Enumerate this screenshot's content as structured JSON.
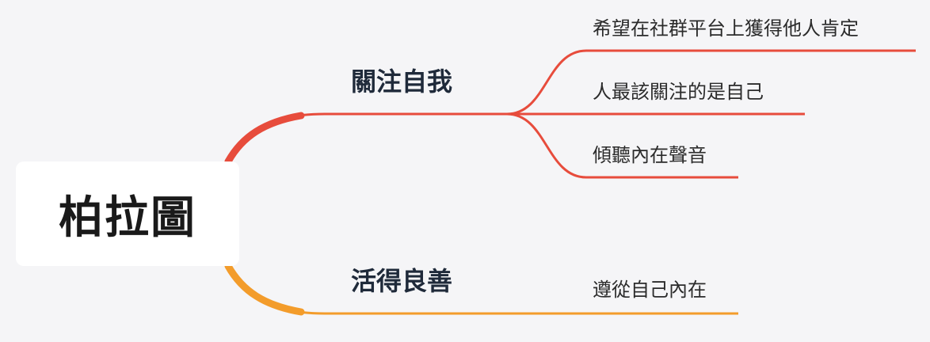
{
  "root": {
    "label": "柏拉圖"
  },
  "branches": [
    {
      "label": "關注自我",
      "color": "#e74c3c",
      "leaves": [
        {
          "label": "希望在社群平台上獲得他人肯定"
        },
        {
          "label": "人最該關注的是自己"
        },
        {
          "label": "傾聽內在聲音"
        }
      ]
    },
    {
      "label": "活得良善",
      "color": "#f39c2b",
      "leaves": [
        {
          "label": "遵從自己內在"
        }
      ]
    }
  ]
}
